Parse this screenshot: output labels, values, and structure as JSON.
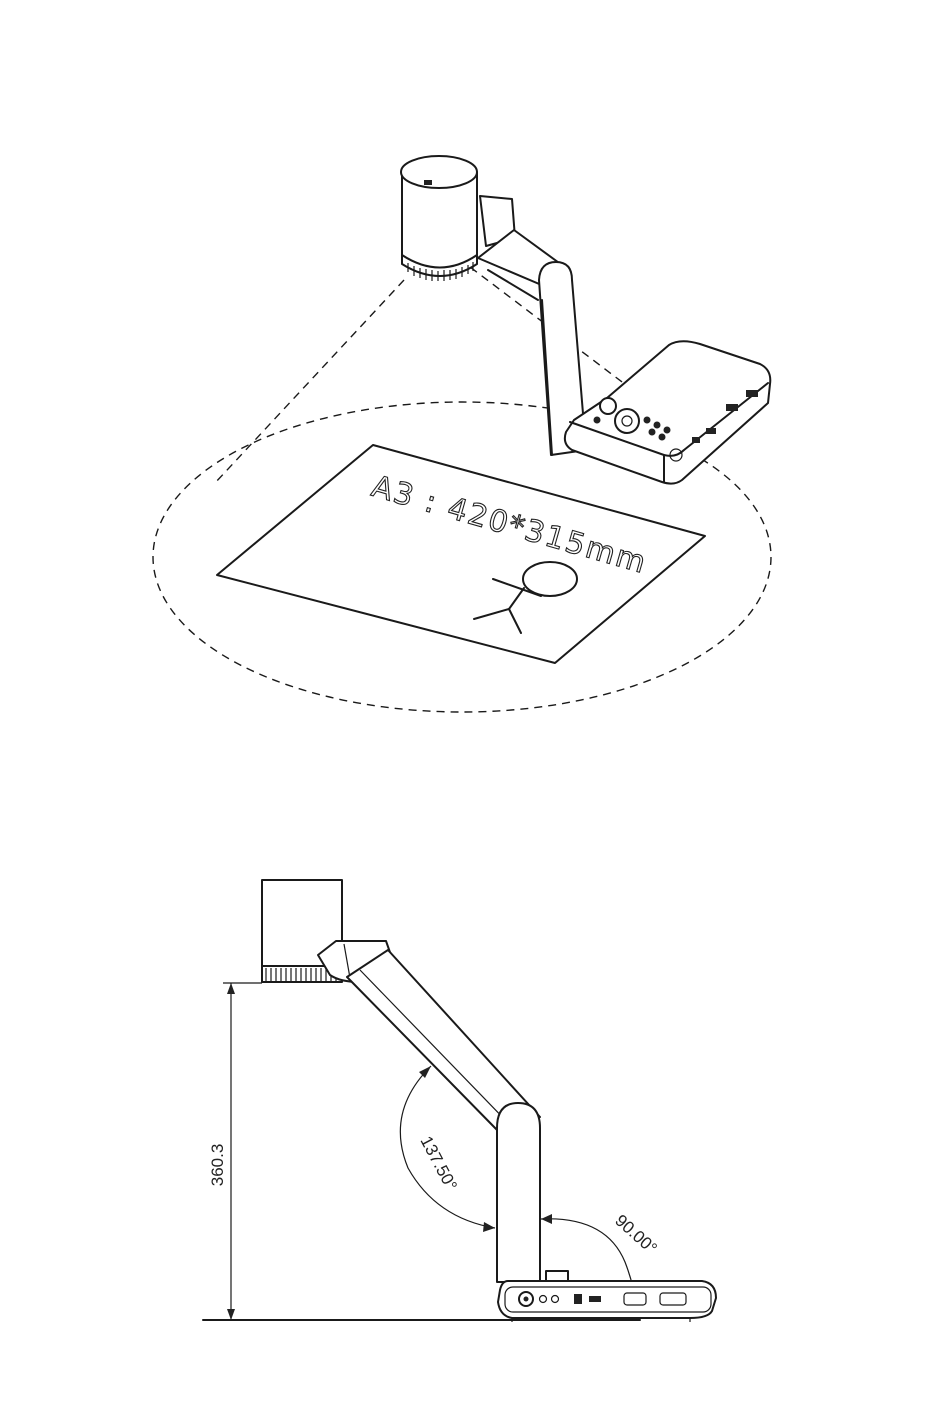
{
  "top_view": {
    "paper_text": "A3 : 420*315mm"
  },
  "side_view": {
    "height_dimension": "360.3",
    "arm_angle": "137.50°",
    "base_angle": "90.00°"
  }
}
